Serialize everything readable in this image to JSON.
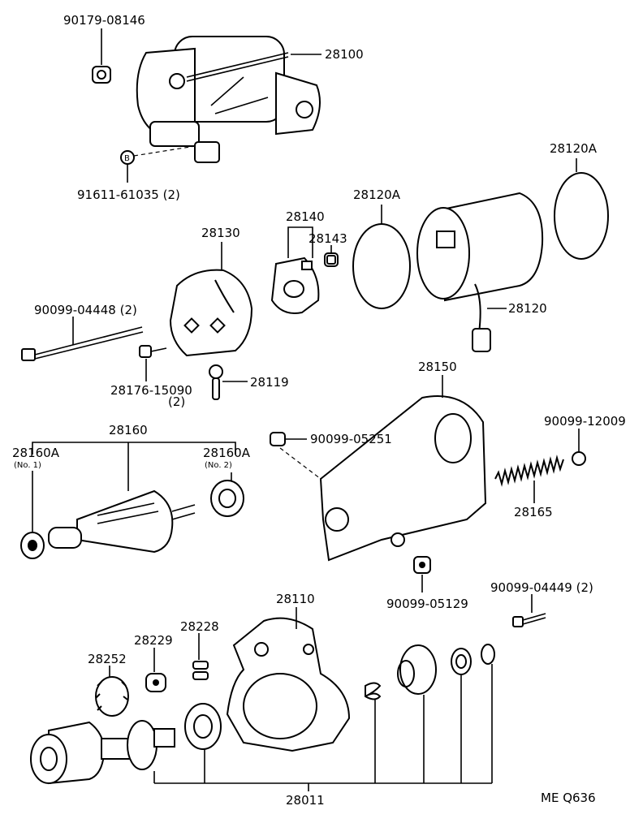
{
  "labels": {
    "p_90179_08146": "90179-08146",
    "p_28100": "28100",
    "p_91611": "91611-61035 (2)",
    "p_B": "B",
    "p_28120A_right": "28120A",
    "p_28120A_mid": "28120A",
    "p_28130": "28130",
    "p_28140": "28140",
    "p_28143": "28143",
    "p_28120": "28120",
    "p_90099_04448": "90099-04448 (2)",
    "p_28176": "28176-15090",
    "p_28176_qty": "(2)",
    "p_28119": "28119",
    "p_28150": "28150",
    "p_28160": "28160",
    "p_28160A_1": "28160A",
    "p_28160A_1_note": "(No. 1)",
    "p_28160A_2": "28160A",
    "p_28160A_2_note": "(No. 2)",
    "p_90099_05251": "90099-05251",
    "p_90099_12009": "90099-12009",
    "p_28165": "28165",
    "p_90099_05129": "90099-05129",
    "p_90099_04449": "90099-04449 (2)",
    "p_28110": "28110",
    "p_28252": "28252",
    "p_28229": "28229",
    "p_28228": "28228",
    "p_28011": "28011",
    "ref_code": "ME Q636"
  }
}
